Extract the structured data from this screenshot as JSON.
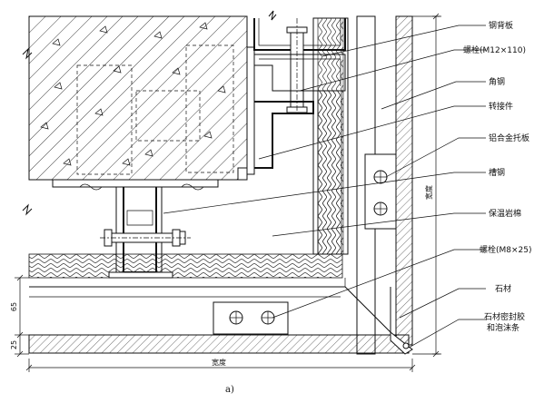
{
  "labels": {
    "steel_back_plate": "钢背板",
    "bolt_m12": "螺栓(M12×110)",
    "angle_steel": "角钢",
    "adapter": "转接件",
    "aluminum_bracket": "铝合金托板",
    "channel_steel": "槽钢",
    "insulation": "保温岩棉",
    "bolt_m8": "螺栓(M8×25)",
    "stone": "石材",
    "sealant_line1": "石材密封胶",
    "sealant_line2": "和泡沫条"
  },
  "dimensions": {
    "width_bottom": "宽度",
    "width_right": "宽度",
    "dim_65": "65",
    "dim_25": "25"
  },
  "caption": "a)"
}
